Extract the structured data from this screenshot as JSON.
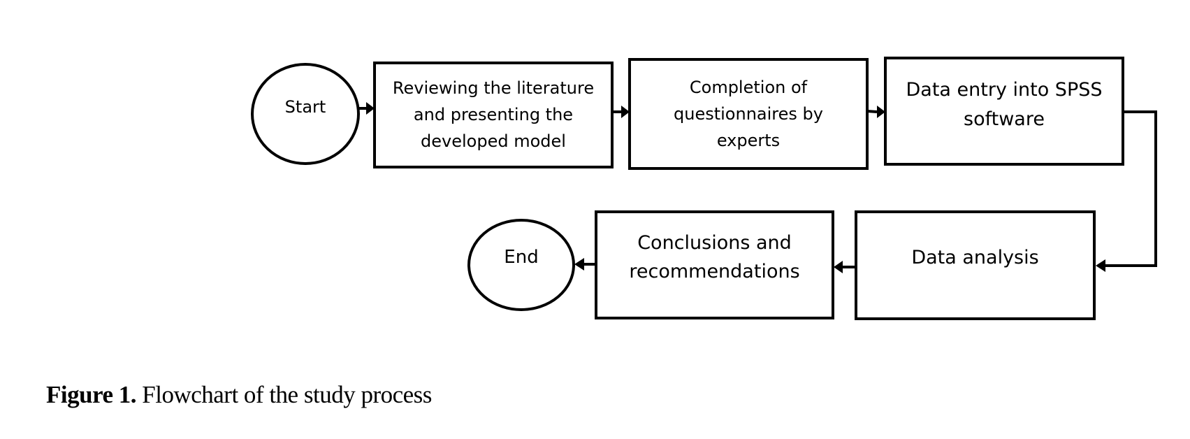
{
  "nodes": {
    "start": "Start",
    "review": "Reviewing the literature and presenting the developed model",
    "completion": "Completion of questionnaires by experts",
    "data_entry": "Data entry into SPSS software",
    "analysis": "Data analysis",
    "conclusions": "Conclusions and recommendations",
    "end": "End"
  },
  "caption": {
    "label": "Figure 1.",
    "text": "Flowchart of the study process"
  }
}
